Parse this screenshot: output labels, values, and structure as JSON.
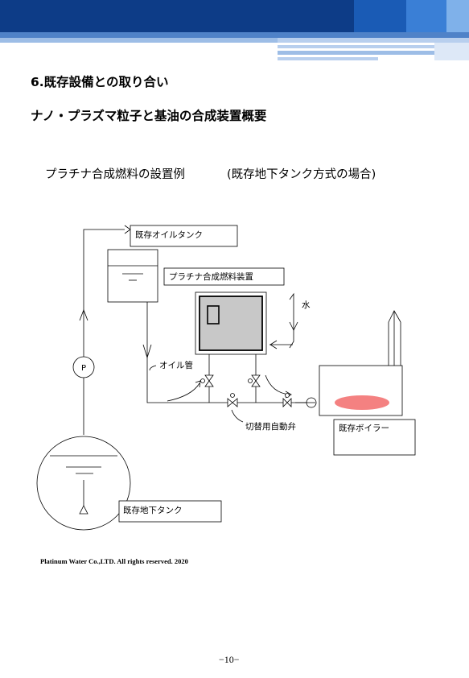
{
  "header": {
    "section_title": "6.既存設備との取り合い",
    "diagram_title": "ナノ・プラズマ粒子と基油の合成装置概要"
  },
  "caption": {
    "text": "プラチナ合成燃料の設置例",
    "note": "(既存地下タンク方式の場合)"
  },
  "diagram": {
    "labels": {
      "oil_tank": "既存オイルタンク",
      "synthesis_unit": "プラチナ合成燃料装置",
      "water": "水",
      "pump": "P",
      "oil_pipe": "オイル管",
      "switch_valve": "切替用自動弁",
      "boiler": "既存ボイラー",
      "underground_tank": "既存地下タンク"
    },
    "colors": {
      "header_blue": "#0d3c87",
      "unit_gray": "#c8c8c8",
      "flame": "#f48181"
    }
  },
  "footer": {
    "copyright": "Platinum Water Co.,LTD.  All rights reserved. 2020",
    "page_number": "−10−"
  }
}
